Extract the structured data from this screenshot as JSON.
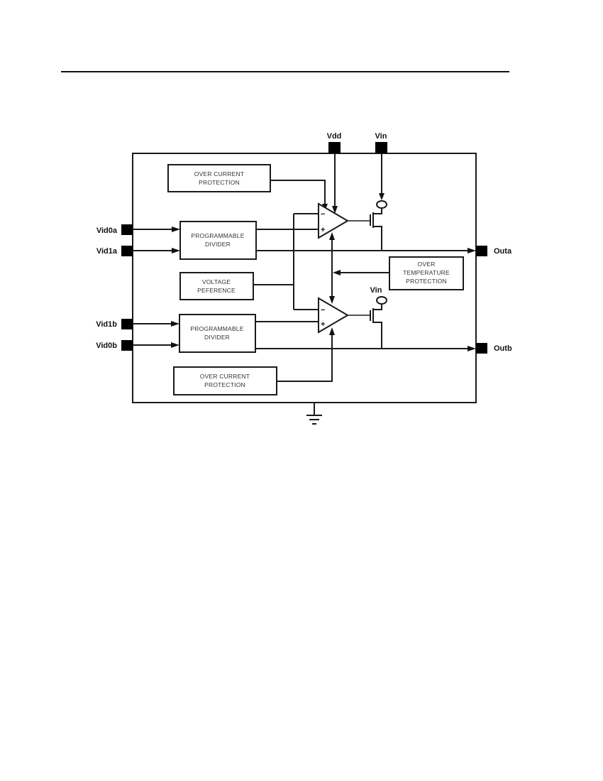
{
  "document": {
    "has_header_rule": true
  },
  "diagram": {
    "title": "Block diagram",
    "pins": {
      "vdd": "Vdd",
      "vin_top": "Vin",
      "vid0a": "Vid0a",
      "vid1a": "Vid1a",
      "vid1b": "Vid1b",
      "vid0b": "Vid0b",
      "outa": "Outa",
      "outb": "Outb",
      "vin_lower": "Vin"
    },
    "blocks": {
      "over_current_top": [
        "OVER CURRENT",
        "PROTECTION"
      ],
      "divider_a": [
        "PROGRAMMABLE",
        "DIVIDER"
      ],
      "voltage_reference": [
        "VOLTAGE",
        "PEFERENCE"
      ],
      "over_temperature": [
        "OVER",
        "TEMPERATURE",
        "PROTECTION"
      ],
      "divider_b": [
        "PROGRAMMABLE",
        "DIVIDER"
      ],
      "over_current_bottom": [
        "OVER CURRENT",
        "PROTECTION"
      ]
    },
    "opamp_signs": {
      "minus": "−",
      "plus": "+"
    },
    "colors": {
      "line": "#1a1a1a",
      "pin": "#000000",
      "block_text": "#333333",
      "background": "#ffffff"
    }
  }
}
